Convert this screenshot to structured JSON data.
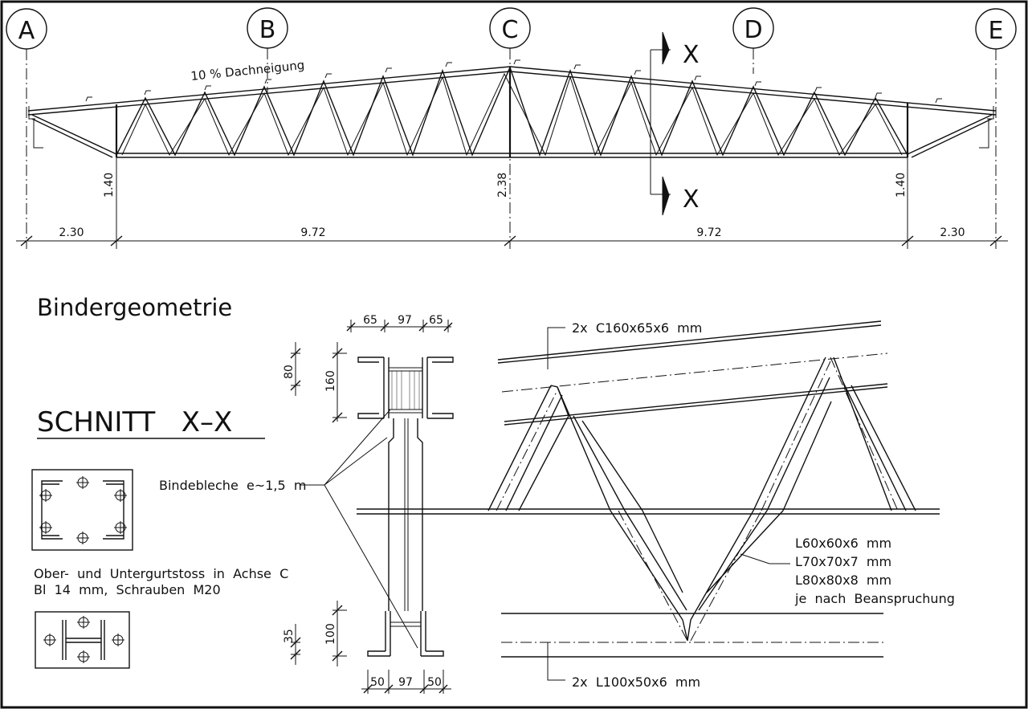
{
  "axes": {
    "a": "A",
    "b": "B",
    "c": "C",
    "d": "D",
    "e": "E"
  },
  "elevation": {
    "slope_label": "10 % Dachneigung",
    "section_marker": "X",
    "height_left": "1.40",
    "height_mid": "2.38",
    "height_right": "1.40",
    "spans": [
      "2.30",
      "9.72",
      "9.72",
      "2.30"
    ]
  },
  "titles": {
    "geometry": "Bindergeometrie",
    "section": "SCHNITT   X–X"
  },
  "splice": {
    "label_line1": "Ober-  und  Untergurtstoss  in  Achse  C",
    "label_line2": "Bl  14  mm,  Schrauben  M20"
  },
  "cross_section": {
    "top_widths": [
      "65",
      "97",
      "65"
    ],
    "top_flange": "80",
    "top_height": "160",
    "bottom_widths": [
      "50",
      "97",
      "50"
    ],
    "bottom_flange": "35",
    "bottom_height": "100",
    "batten_label": "Bindebleche  e~1,5  m"
  },
  "detail": {
    "top_chord": "2x  C160x65x6  mm",
    "bottom_chord": "2x  L100x50x6  mm",
    "diagonals": [
      "L60x60x6  mm",
      "L70x70x7  mm",
      "L80x80x8  mm",
      "je  nach  Beanspruchung"
    ]
  }
}
